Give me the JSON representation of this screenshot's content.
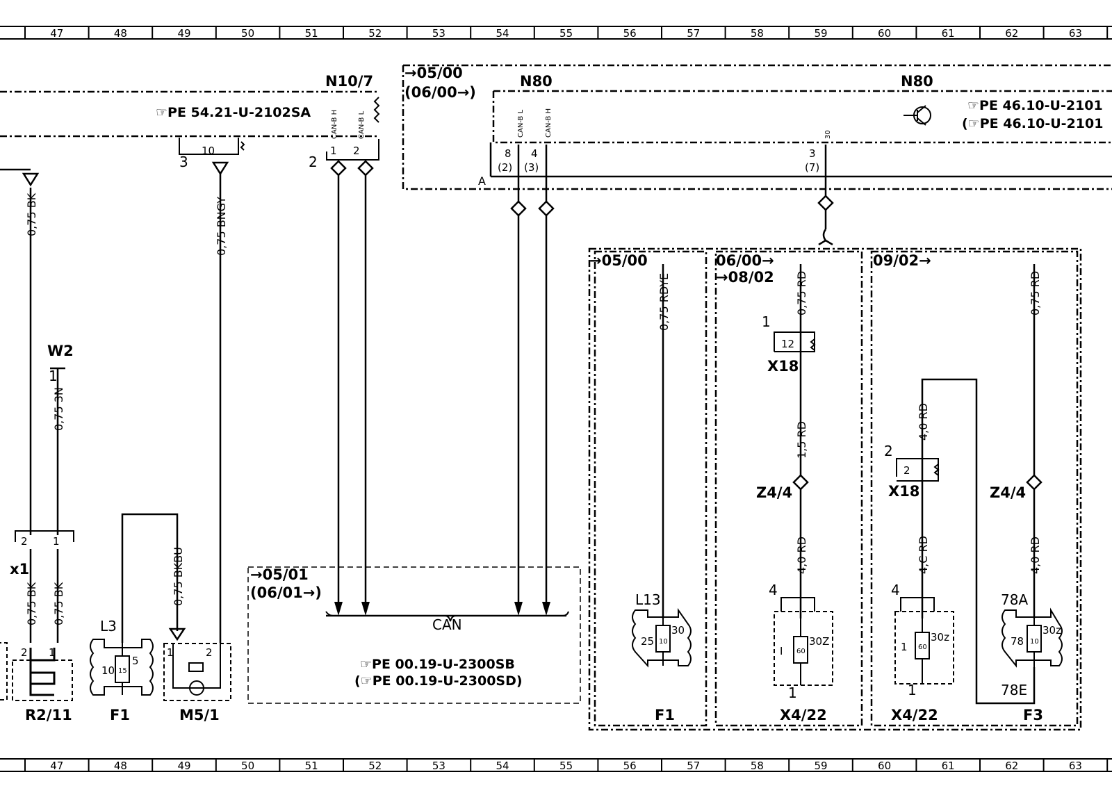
{
  "grid_numbers": [
    "47",
    "48",
    "49",
    "50",
    "51",
    "52",
    "53",
    "54",
    "55",
    "56",
    "57",
    "58",
    "59",
    "60",
    "61",
    "62",
    "63"
  ],
  "labels": {
    "n10_7": "N10/7",
    "n80_a": "N80",
    "n80_b": "N80",
    "date_05_00_top": "→05/00",
    "date_06_00_top": "(06/00→)",
    "date_05_01": "→05/01",
    "date_06_01": "(06/01→)",
    "date_f1_box": "→05/00",
    "date_x4_a1": "06/00→",
    "date_x4_a2": "→08/02",
    "date_x4_b": "09/02→",
    "w2": "W2",
    "x1": "x1",
    "r2_11": "R2/11",
    "f1_left": "F1",
    "m5_1": "M5/1",
    "f1_right": "F1",
    "x18_a": "X18",
    "x18_b": "X18",
    "z4_4_a": "Z4/4",
    "z4_4_b": "Z4/4",
    "x4_22_a": "X4/22",
    "x4_22_b": "X4/22",
    "f3": "F3",
    "can": "CAN",
    "l3": "L3",
    "l13": "L13",
    "a": "A",
    "fuse_78a": "78A",
    "fuse_78e": "78E"
  },
  "refs": {
    "pe_54": "☞PE 54.21-U-2102SA",
    "pe_46_a": "☞PE 46.10-U-2101",
    "pe_46_b": "(☞PE 46.10-U-2101",
    "pe_00_a": "☞PE 00.19-U-2300SB",
    "pe_00_b": "(☞PE 00.19-U-2300SD)"
  },
  "wires": {
    "w1": "0,75 BK",
    "w2": "0,75 BNGY",
    "w3": "0,75 3N",
    "w4": "0,75 BK",
    "w5": "0,75 BK",
    "w6": "0,75 BKBU",
    "w7": "0,75 RDYE",
    "w8": "0,75 RD",
    "w9": "1,5 RD",
    "w10": "4,0 RD",
    "w11": "4,0 RD",
    "w12": "4,C RD",
    "w13": "0,75 RD",
    "w14": "4,0 RD"
  },
  "pins": {
    "can_b_h": "CAN-B H",
    "can_b_l": "CAN-B L",
    "p30": "30",
    "p8": "8",
    "p4": "4",
    "p3": "3",
    "p2paren": "(2)",
    "p3paren": "(3)",
    "p7paren": "(7)",
    "n107_1": "1",
    "n107_2": "2",
    "n107_3": "3",
    "n107_10": "10",
    "n107_2out": "2",
    "x1_2": "2",
    "x1_1": "1",
    "w2_1": "1",
    "r2_2": "2",
    "r2_1": "1",
    "f1_10": "10",
    "f1_15": "15",
    "f1_5": "5",
    "m5_1a": "1",
    "m5_2": "2",
    "f1r_25": "25",
    "f1r_10": "10",
    "f1r_30": "30",
    "x18a_1": "1",
    "x18a_12": "12",
    "x18b_2": "2",
    "x18b_2in": "2",
    "x4a_4": "4",
    "x4a_1": "1",
    "x4a_I": "I",
    "x4a_60": "60",
    "x4a_30z": "30Z",
    "x4b_4": "4",
    "x4b_1": "1",
    "x4b_I": "1",
    "x4b_60": "60",
    "x4b_30z": "30z",
    "f3_78": "78",
    "f3_10": "10",
    "f3_30z": "30z"
  }
}
